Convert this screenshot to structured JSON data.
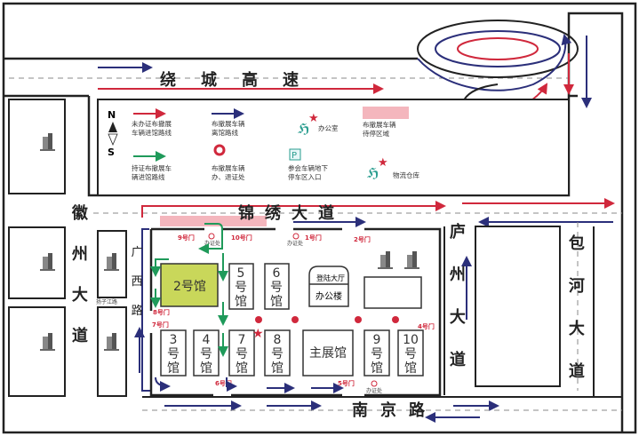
{
  "roads": {
    "top": "绕城高速",
    "middle": "锦绣大道",
    "left": "徽州大道",
    "small_left": "扬子江路",
    "guangxi": "广西路",
    "luzhou": "庐州大道",
    "baohe": "包河大道",
    "bottom": "南京路"
  },
  "legend": {
    "north": "N",
    "south": "S",
    "red_route": "未办证布撤展车辆进馆路线",
    "red_route_l1": "未办证布撤展",
    "red_route_l2": "车辆进馆路线",
    "blue_route_l1": "布撤展车辆",
    "blue_route_l2": "离馆路线",
    "office": "办公室",
    "waiting_l1": "布撤展车辆",
    "waiting_l2": "待停区域",
    "green_route_l1": "持证布撤展车",
    "green_route_l2": "辆进馆路线",
    "permit_l1": "布撤展车辆",
    "permit_l2": "办、退证处",
    "parking_l1": "参会车辆地下",
    "parking_l2": "停车区入口",
    "parking_symbol": "P",
    "warehouse": "物流仓库"
  },
  "gates": {
    "g9": "9号门",
    "g10": "10号门",
    "g1": "1号门",
    "g2": "2号门",
    "g8": "8号门",
    "g7": "7号门",
    "g4": "4号门",
    "g6": "6号门",
    "g5": "5号门"
  },
  "permit_office": "办证处",
  "halls": {
    "h2": "2号馆",
    "h5": [
      "5",
      "号",
      "馆"
    ],
    "h6": [
      "6",
      "号",
      "馆"
    ],
    "h3": [
      "3",
      "号",
      "馆"
    ],
    "h4": [
      "4",
      "号",
      "馆"
    ],
    "h7": [
      "7",
      "号",
      "馆"
    ],
    "h8": [
      "8",
      "号",
      "馆"
    ],
    "h9": [
      "9",
      "号",
      "馆"
    ],
    "h10": [
      "10",
      "号",
      "馆"
    ],
    "main": "主展馆",
    "lobby": "登陆大厅",
    "office_building": "办公楼"
  },
  "colors": {
    "red": "#d0283c",
    "blue": "#2b2f7a",
    "green": "#1f9a5a",
    "pink": "#f4b6bd",
    "hall2": "#c9d75a",
    "teal": "#2a9d8f"
  }
}
